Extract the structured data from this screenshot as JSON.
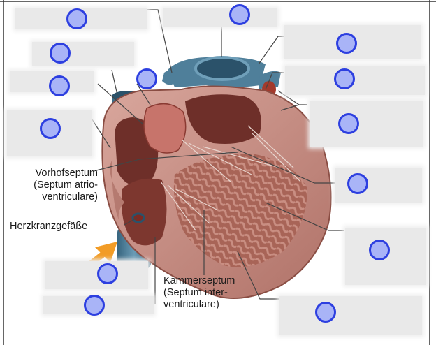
{
  "labels": {
    "atrial_septum": [
      "Vorhofseptum",
      "(Septum atrio-",
      "ventriculare)"
    ],
    "coronary_vessels": "Herzkranzgefäße",
    "ventricular_septum": [
      "Kammerseptum",
      "(Septum inter-",
      "ventriculare)"
    ]
  },
  "colors": {
    "marker_fill": "#a9b4f7",
    "marker_ring": "#2d3fe0",
    "arrow": "#f29c26",
    "vessel_blue": "#4f7f9a",
    "vessel_red": "#a33a2c",
    "myocardium": "#c9928a",
    "mask": "#e9e9e9"
  },
  "markers": {
    "count": 14
  }
}
